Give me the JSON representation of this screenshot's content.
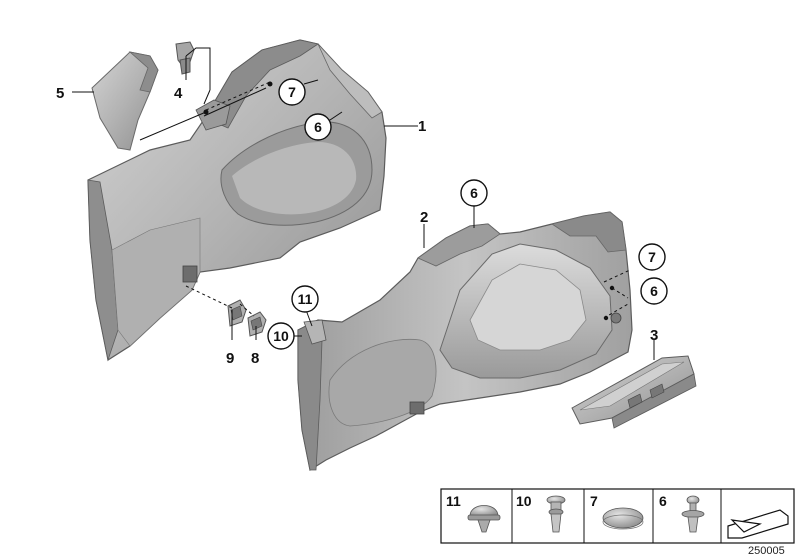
{
  "callouts": {
    "c1": "1",
    "c2": "2",
    "c3": "3",
    "c4": "4",
    "c5": "5",
    "c6a": "6",
    "c6b": "6",
    "c6c": "6",
    "c7a": "7",
    "c7b": "7",
    "c8": "8",
    "c9": "9",
    "c10": "10",
    "c11": "11"
  },
  "legend": {
    "items": [
      {
        "label": "11",
        "icon": "push-cap-icon"
      },
      {
        "label": "10",
        "icon": "spreader-rivet-icon"
      },
      {
        "label": "7",
        "icon": "plug-cap-icon"
      },
      {
        "label": "6",
        "icon": "expanding-rivet-icon"
      }
    ],
    "arrow_icon": "direction-arrow-icon"
  },
  "diagram_id": "250005",
  "colors": {
    "panel_light": "#c9c9c9",
    "panel_mid": "#a9a9a9",
    "panel_dark": "#7d7d7d",
    "outline": "#555555",
    "line": "#111111"
  }
}
